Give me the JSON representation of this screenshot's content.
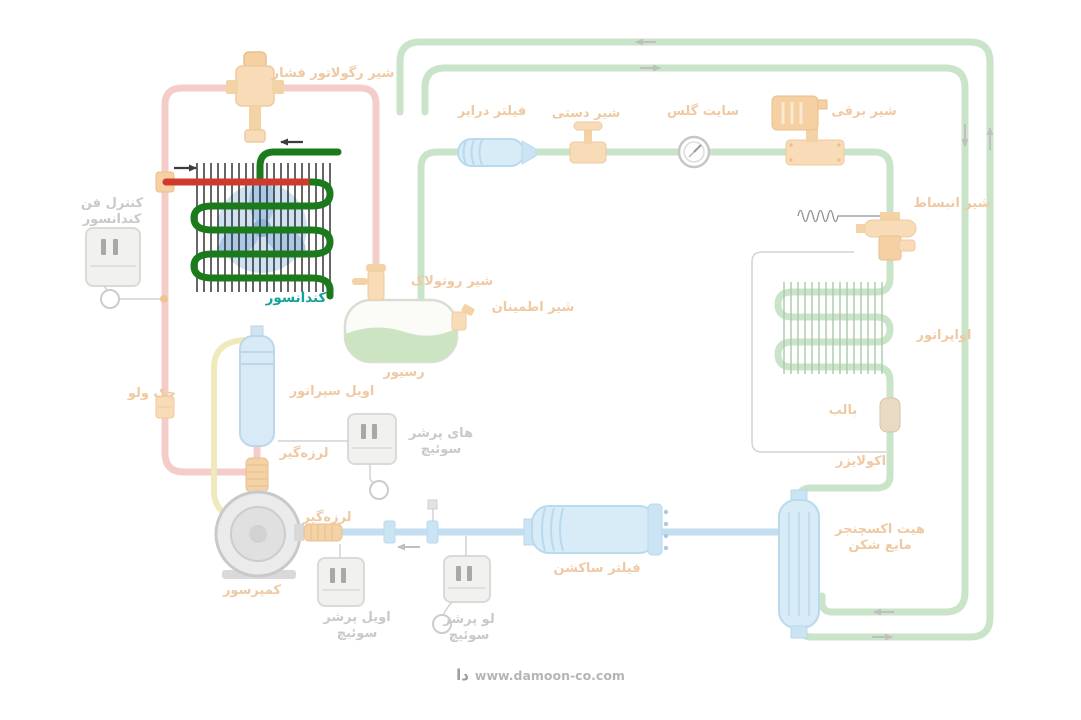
{
  "labels": {
    "pressure_regulator": "شیر رگولاتور فشار",
    "fan_control": "کنترل فن\nکندانسور",
    "condenser": "کندانسور",
    "filter_drier": "فیلتر درایر",
    "manual_valve": "شیر دستی",
    "sight_glass": "سایت گلس",
    "solenoid_valve": "شیر برقی",
    "expansion_valve": "شیر انبساط",
    "evaporator": "اواپراتور",
    "bulb": "بالب",
    "equalizer": "اکولایزر",
    "heat_exchanger": "هیت اکسچنجر\nمایع شکن",
    "rotolock_valve": "شیر روتولاک",
    "safety_valve": "شیر اطمینان",
    "receiver": "رسیور",
    "oil_separator": "اویل سپراتور",
    "check_valve": "چک ولو",
    "vibration_absorber_1": "لرزه‌گیر",
    "vibration_absorber_2": "لرزه‌گیر",
    "high_pressure_switch": "های پرشر\nسوئیچ",
    "compressor": "کمپرسور",
    "oil_pressure_switch": "اویل پرشر\nسوئیچ",
    "low_pressure_switch": "لو پرشر\nسوئیچ",
    "suction_filter": "فیلتر ساکشن"
  },
  "watermark": {
    "logo": "دا",
    "url_text": "www.damoon-co.com"
  },
  "colors": {
    "highlight_green": "#1b7a1b",
    "highlight_red": "#cf3a2e",
    "condenser_label": "#14a39a",
    "label_orange": "#efc9a2",
    "label_gray": "#c9c9c9",
    "pipe_pink": "#f4cdc9",
    "pipe_green": "#c9e4c9",
    "pipe_blue": "#c3def1",
    "pipe_yellow": "#efe9bc",
    "component_tan": "#f8dcb8",
    "component_blue": "#d8ecf8"
  }
}
